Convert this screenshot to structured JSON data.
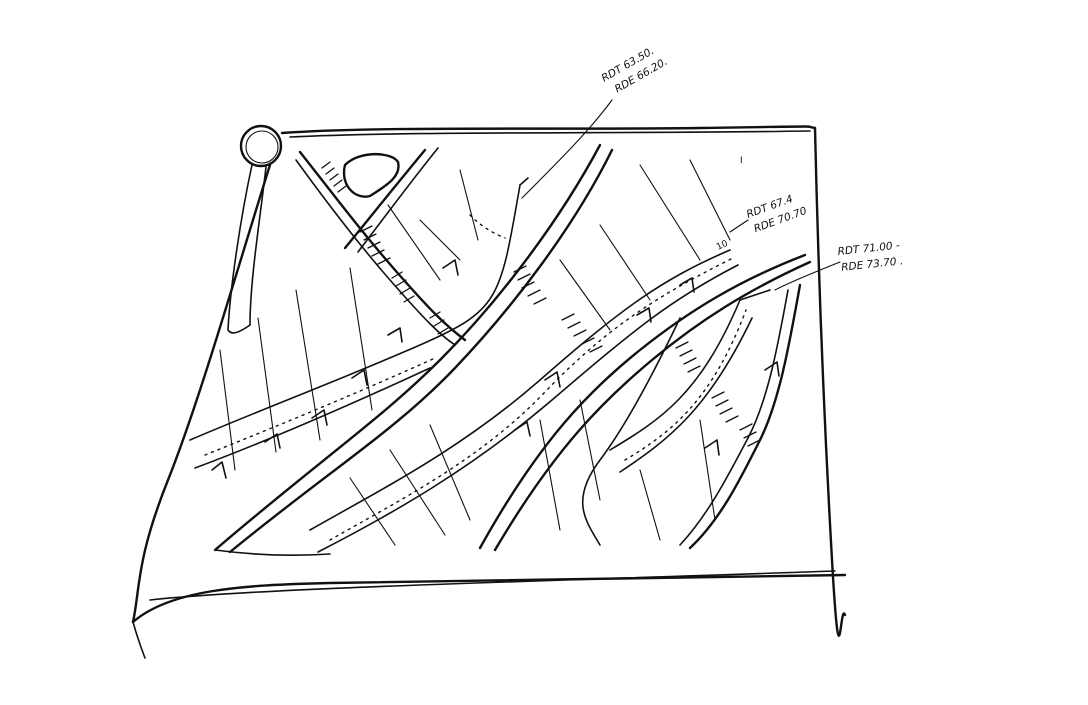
{
  "annotations": [
    {
      "id": "level-a",
      "lines": [
        "RDT 63.50.",
        "RDE 66.20."
      ]
    },
    {
      "id": "level-b",
      "lines": [
        "RDT 67.4",
        "RDE 70.70"
      ]
    },
    {
      "id": "level-c",
      "lines": [
        "RDT 71.00 -",
        "RDE 73.70 ."
      ]
    }
  ],
  "marks": [
    "10",
    "I"
  ],
  "ink_color": "#111111"
}
